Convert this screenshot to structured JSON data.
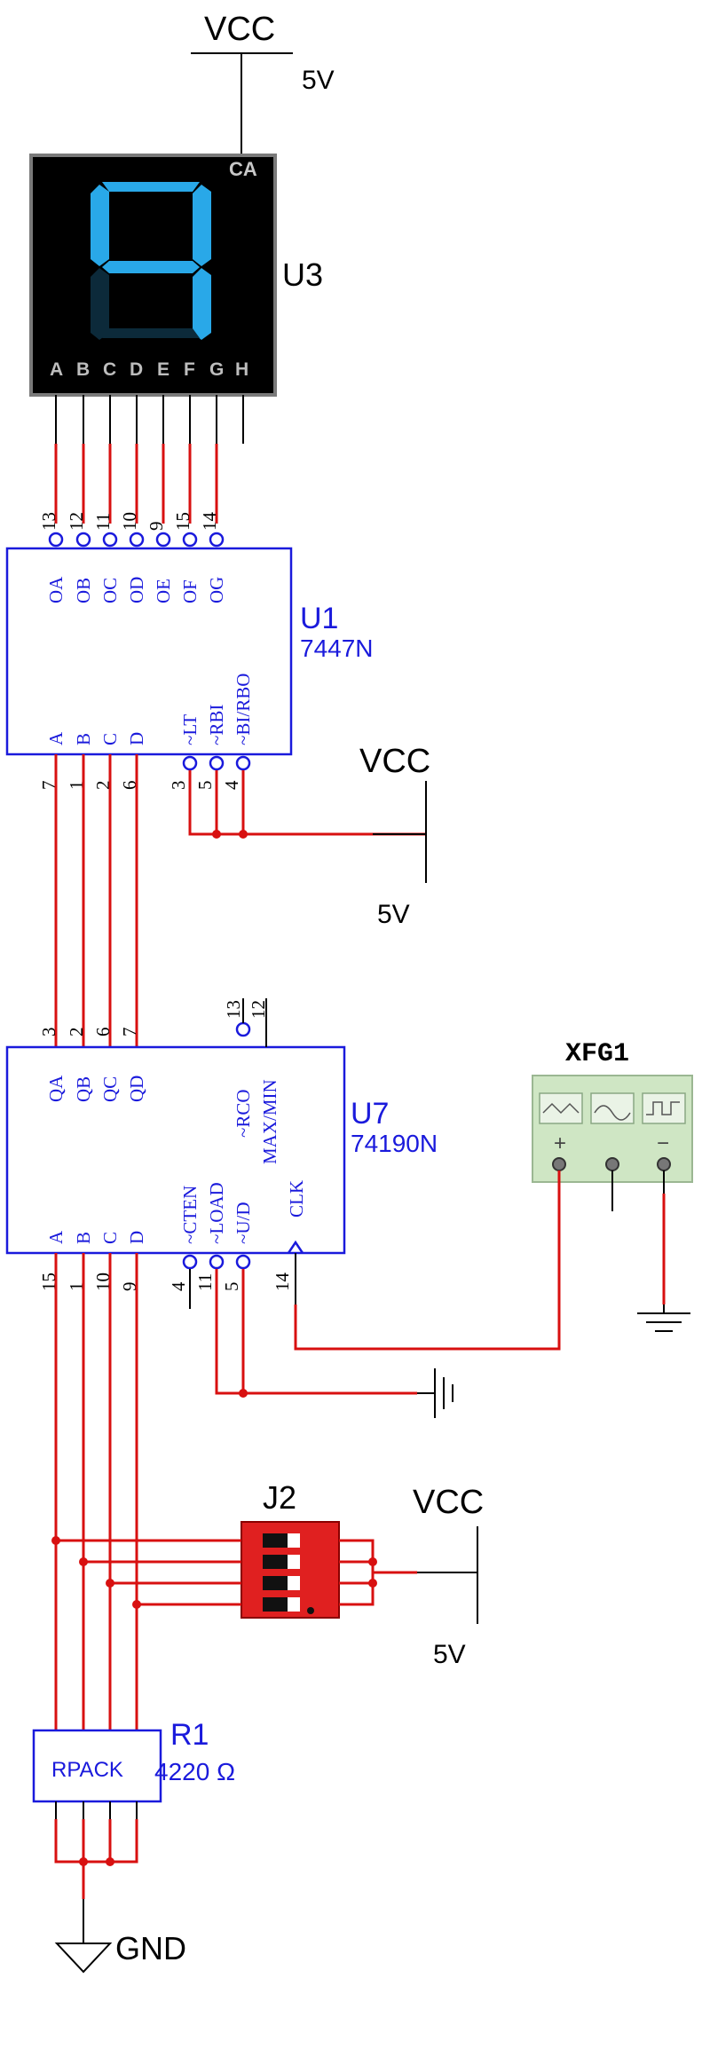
{
  "supplies": {
    "vcc_label": "VCC",
    "vcc_value": "5V",
    "gnd_label": "GND"
  },
  "display": {
    "ref": "U3",
    "type_badge": "CA",
    "digit_shown": "9",
    "segment_color": "#29a8e8",
    "pin_letters": [
      "A",
      "B",
      "C",
      "D",
      "E",
      "F",
      "G",
      "H"
    ]
  },
  "decoder": {
    "ref": "U1",
    "part": "7447N",
    "top_pins": [
      {
        "num": "13",
        "name": "OA"
      },
      {
        "num": "12",
        "name": "OB"
      },
      {
        "num": "11",
        "name": "OC"
      },
      {
        "num": "10",
        "name": "OD"
      },
      {
        "num": "9",
        "name": "OE"
      },
      {
        "num": "15",
        "name": "OF"
      },
      {
        "num": "14",
        "name": "OG"
      }
    ],
    "bottom_pins": [
      {
        "num": "7",
        "name": "A"
      },
      {
        "num": "1",
        "name": "B"
      },
      {
        "num": "2",
        "name": "C"
      },
      {
        "num": "6",
        "name": "D"
      },
      {
        "num": "3",
        "name": "~LT"
      },
      {
        "num": "5",
        "name": "~RBI"
      },
      {
        "num": "4",
        "name": "~BI/RBO"
      }
    ]
  },
  "counter": {
    "ref": "U7",
    "part": "74190N",
    "top_pins": [
      {
        "num": "3",
        "name": "QA"
      },
      {
        "num": "2",
        "name": "QB"
      },
      {
        "num": "6",
        "name": "QC"
      },
      {
        "num": "7",
        "name": "QD"
      },
      {
        "num": "13",
        "name": "~RCO"
      },
      {
        "num": "12",
        "name": "MAX/MIN"
      }
    ],
    "bottom_pins": [
      {
        "num": "15",
        "name": "A"
      },
      {
        "num": "1",
        "name": "B"
      },
      {
        "num": "10",
        "name": "C"
      },
      {
        "num": "9",
        "name": "D"
      },
      {
        "num": "4",
        "name": "~CTEN"
      },
      {
        "num": "11",
        "name": "~LOAD"
      },
      {
        "num": "5",
        "name": "~U/D"
      },
      {
        "num": "14",
        "name": "CLK"
      }
    ]
  },
  "function_generator": {
    "ref": "XFG1",
    "terminals": [
      "+",
      "−"
    ],
    "waveforms": [
      "sine",
      "triangle",
      "square"
    ],
    "panel_color": "#cfe6c4"
  },
  "switch": {
    "ref": "J2",
    "body_color": "#e02020",
    "positions": 4
  },
  "resistor_pack": {
    "ref": "R1",
    "body_text": "RPACK",
    "value": "4220 Ω"
  },
  "colors": {
    "wire": "#d81010",
    "component": "#1a1adc"
  }
}
